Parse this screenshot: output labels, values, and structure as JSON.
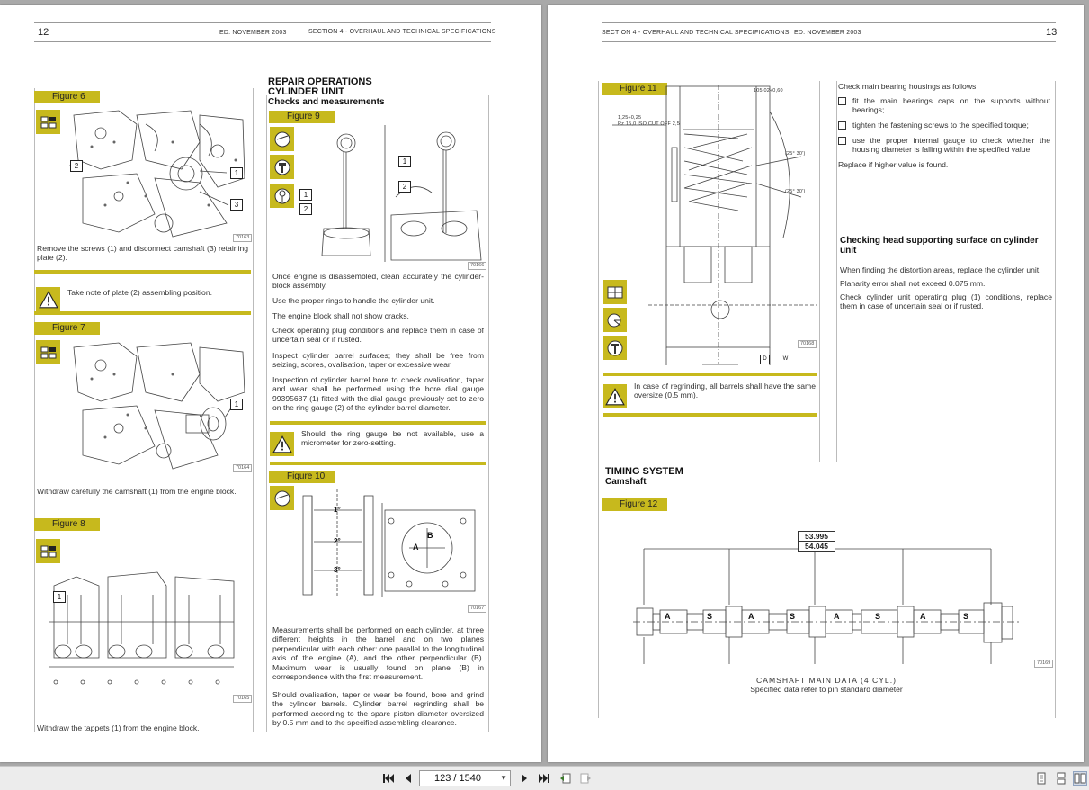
{
  "viewer": {
    "page_indicator": "123 / 1540",
    "first_icon": "first-page-icon",
    "prev_icon": "previous-page-icon",
    "next_icon": "next-page-icon",
    "last_icon": "last-page-icon"
  },
  "left_page": {
    "page_number": "12",
    "edition": "ED. NOVEMBER 2003",
    "section": "SECTION 4 - OVERHAUL AND TECHNICAL SPECIFICATIONS",
    "fig6": {
      "label": "Figure 6",
      "code": "70163",
      "callouts": [
        "2",
        "1",
        "3"
      ],
      "caption": "Remove the screws (1) and disconnect camshaft (3) retaining plate (2)."
    },
    "note1": "Take note of plate (2) assembling position.",
    "fig7": {
      "label": "Figure 7",
      "code": "70164",
      "callouts": [
        "1"
      ],
      "caption": "Withdraw carefully the camshaft (1) from the engine block."
    },
    "fig8": {
      "label": "Figure 8",
      "code": "70165",
      "callouts": [
        "1"
      ],
      "caption": "Withdraw the tappets (1) from the engine block."
    },
    "repair_title": "REPAIR OPERATIONS",
    "unit_title": "CYLINDER UNIT",
    "checks_title": "Checks and measurements",
    "fig9": {
      "label": "Figure 9",
      "code": "70166",
      "callouts_left": [
        "1",
        "2"
      ],
      "callouts_right": [
        "1",
        "2"
      ]
    },
    "paragraphs": [
      "Once engine is disassembled, clean accurately the cylinder-block assembly.",
      "Use the proper rings to handle the cylinder unit.",
      "The engine block shall not show cracks.",
      "Check operating plug conditions and replace them in case of uncertain seal or if rusted.",
      "Inspect cylinder barrel surfaces; they shall be free from seizing, scores, ovalisation, taper or excessive wear.",
      "Inspection of cylinder barrel bore to check ovalisation, taper and wear shall be performed using the bore dial gauge 99395687 (1) fitted with the dial gauge previously set to zero on the ring gauge (2) of the cylinder barrel diameter."
    ],
    "note2": "Should the ring gauge be not available, use a micrometer for zero-setting.",
    "fig10": {
      "label": "Figure 10",
      "code": "70167",
      "levels": [
        "1°",
        "2°",
        "3°"
      ],
      "planes": [
        "A",
        "B"
      ]
    },
    "paragraphs2": [
      "Measurements shall be performed on each cylinder, at three different heights in the barrel and on two planes perpendicular with each other: one parallel to the longitudinal axis of the engine (A), and the other perpendicular (B). Maximum wear is usually found on plane (B) in correspondence with the first measurement.",
      "Should ovalisation, taper or wear be found, bore and grind the cylinder barrels. Cylinder barrel regrinding shall be performed according to the spare piston diameter oversized by 0.5 mm and to the specified assembling clearance."
    ]
  },
  "right_page": {
    "page_number": "13",
    "edition": "ED. NOVEMBER 2003",
    "section": "SECTION 4 - OVERHAUL AND TECHNICAL SPECIFICATIONS",
    "fig11": {
      "label": "Figure 11",
      "code": "70168",
      "annotations": [
        "105,02÷0,60",
        "1,25÷0,25",
        "Rz 15,0 ISO CUT OFF 2,5",
        "(25° 30')",
        "(25° 30')",
        "D",
        "W"
      ]
    },
    "check_intro": "Check main bearing housings as follows:",
    "check_items": [
      "fit the main bearings caps on the supports without bearings;",
      "tighten the fastening screws to the specified torque;",
      "use the proper internal gauge to check whether the housing diameter is falling within the specified value."
    ],
    "check_outro": "Replace if higher value is found.",
    "head_title": "Checking head supporting surface on cylinder unit",
    "head_paragraphs": [
      "When finding the distortion areas, replace the cylinder unit.",
      "Planarity error shall not exceed 0.075 mm.",
      "Check cylinder unit operating plug (1) conditions, replace them in case of uncertain seal or if rusted."
    ],
    "note": "In case of regrinding, all barrels shall have the same oversize (0.5 mm).",
    "timing_title": "TIMING SYSTEM",
    "camshaft_title": "Camshaft",
    "fig12": {
      "label": "Figure 12",
      "code": "70169",
      "dim_top": "53.995",
      "dim_bottom": "54.045",
      "segments": [
        "A",
        "S",
        "A",
        "S",
        "A",
        "S",
        "A",
        "S"
      ],
      "caption_line1": "CAMSHAFT MAIN DATA (4 CYL.)",
      "caption_line2": "Specified data refer to pin standard diameter"
    }
  }
}
